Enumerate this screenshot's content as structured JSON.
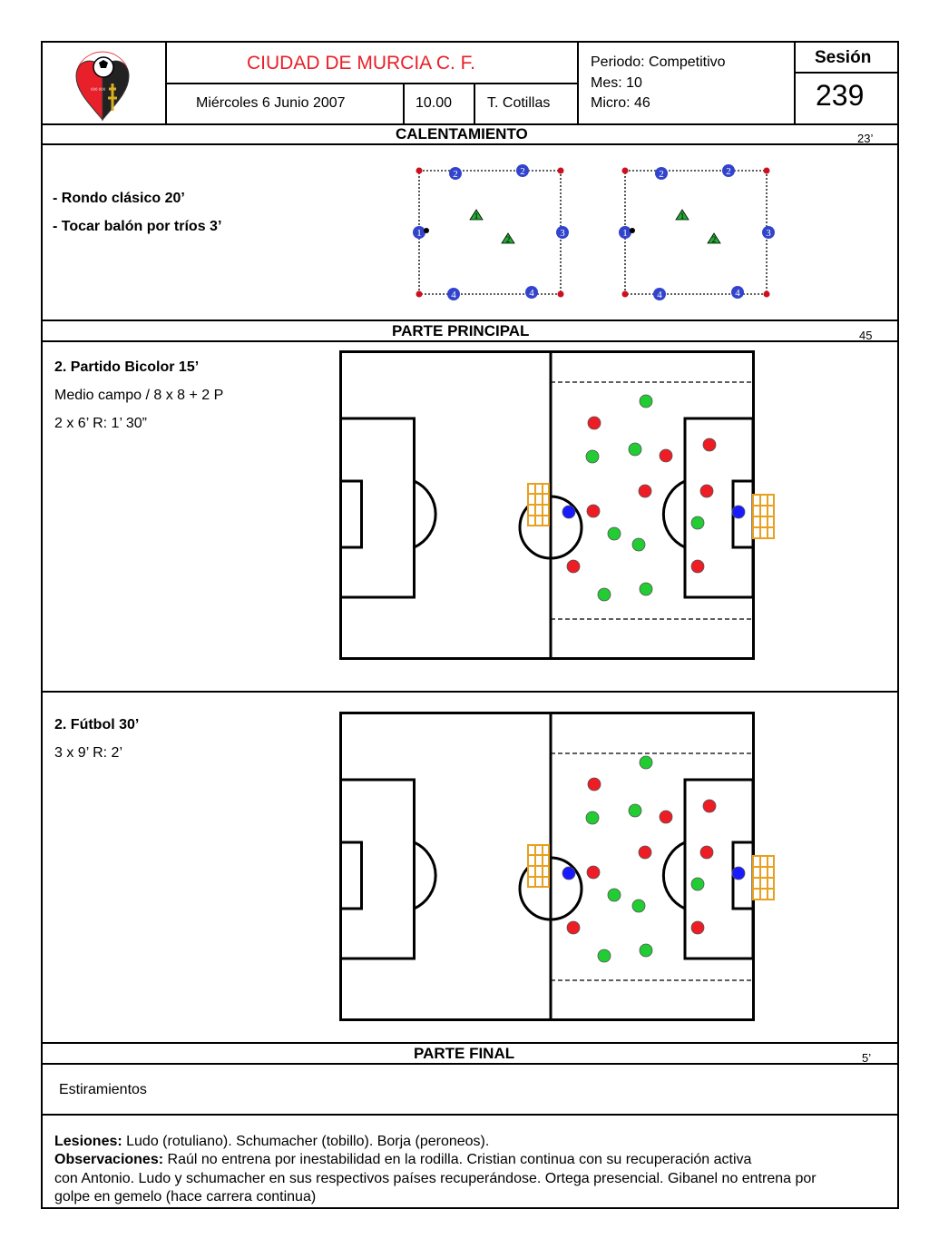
{
  "header": {
    "club_name": "CIUDAD DE MURCIA C. F.",
    "date": "Miércoles 6 Junio  2007",
    "time": "10.00",
    "coach": "T. Cotillas",
    "periodo": "Periodo: Competitivo",
    "mes": "Mes: 10",
    "micro": "Micro: 46",
    "sesion_label": "Sesión",
    "sesion_number": "239",
    "logo_text": "C.F. CIUDAD DE MURCIA"
  },
  "calentamiento": {
    "title": "CALENTAMIENTO",
    "duration": "23’",
    "items": [
      "- Rondo clásico 20’",
      "- Tocar balón por tríos 3’"
    ],
    "diagram_numbers": {
      "top": "2",
      "left": "1",
      "right": "3",
      "bottom": "4",
      "inner_a": "1",
      "inner_b": "2"
    }
  },
  "parte_principal": {
    "title": "PARTE PRINCIPAL",
    "duration": "45",
    "exercise1": {
      "title": "2. Partido Bicolor  15’",
      "line1": "Medio campo / 8 x 8  + 2 P",
      "line2": " 2 x 6’   R: 1’ 30”"
    },
    "exercise2": {
      "title": "2. Fútbol   30’",
      "line1": "3 x 9’  R: 2’"
    }
  },
  "parte_final": {
    "title": "PARTE FINAL",
    "duration": "5’",
    "content": "Estiramientos"
  },
  "notes": {
    "lesiones_label": "Lesiones:",
    "lesiones_text": " Ludo (rotuliano). Schumacher (tobillo). Borja (peroneos).",
    "observaciones_label": "Observaciones:",
    "observaciones_line1": " Raúl no entrena por inestabilidad en la rodilla. Cristian continua con su recuperación activa",
    "observaciones_line2": " con Antonio. Ludo y schumacher en sus respectivos países recuperándose. Ortega presencial. Gibanel no entrena por",
    "observaciones_line3": " golpe en gemelo (hace carrera continua)"
  },
  "colors": {
    "title_red": "#e8202a",
    "player_red": "#ee1c24",
    "player_green": "#22cc33",
    "goalkeeper_blue": "#1a1aff",
    "goal_frame": "#e8a020",
    "cone_red": "#cc1020",
    "rondo_blue": "#3344cc",
    "rondo_green": "#22aa33"
  }
}
